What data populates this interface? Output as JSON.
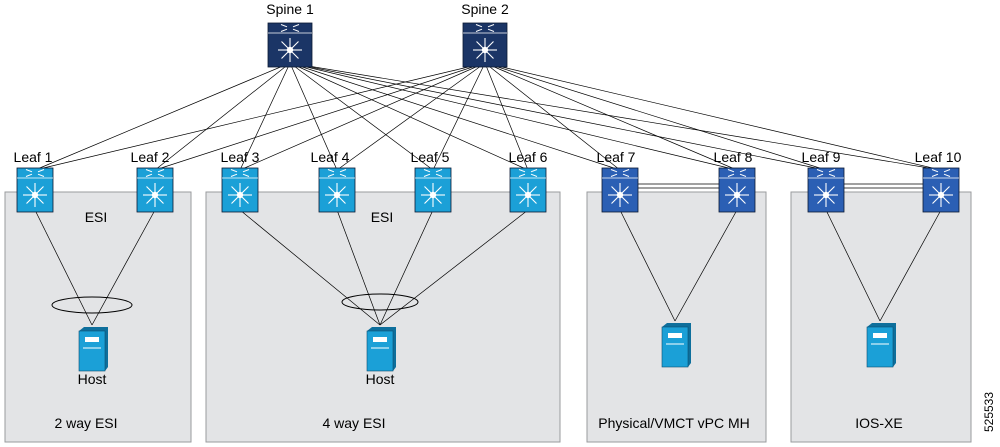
{
  "spines": [
    {
      "label": "Spine 1"
    },
    {
      "label": "Spine 2"
    }
  ],
  "leaves": [
    {
      "label": "Leaf 1",
      "variant": "cyan"
    },
    {
      "label": "Leaf 2",
      "variant": "cyan"
    },
    {
      "label": "Leaf 3",
      "variant": "cyan"
    },
    {
      "label": "Leaf 4",
      "variant": "cyan"
    },
    {
      "label": "Leaf 5",
      "variant": "cyan"
    },
    {
      "label": "Leaf 6",
      "variant": "cyan"
    },
    {
      "label": "Leaf 7",
      "variant": "blue"
    },
    {
      "label": "Leaf 8",
      "variant": "blue"
    },
    {
      "label": "Leaf 9",
      "variant": "blue"
    },
    {
      "label": "Leaf 10",
      "variant": "blue"
    }
  ],
  "groups": [
    {
      "caption": "2 way ESI",
      "esi_label": "ESI",
      "host_label": "Host"
    },
    {
      "caption": "4 way ESI",
      "esi_label": "ESI",
      "host_label": "Host"
    },
    {
      "caption": "Physical/VMCT vPC MH",
      "esi_label": "",
      "host_label": ""
    },
    {
      "caption": "IOS-XE",
      "esi_label": "",
      "host_label": ""
    }
  ],
  "figure_id": "525533",
  "colors": {
    "spine_fill": "#1b3566",
    "leaf_cyan_fill": "#1ba0d7",
    "leaf_blue_fill": "#2b5fb4",
    "host_fill": "#1ba0d7",
    "group_fill": "#e3e4e6"
  },
  "icons": {
    "spine": "nexus-switch-icon",
    "leaf": "nexus-switch-icon",
    "host": "server-icon"
  }
}
